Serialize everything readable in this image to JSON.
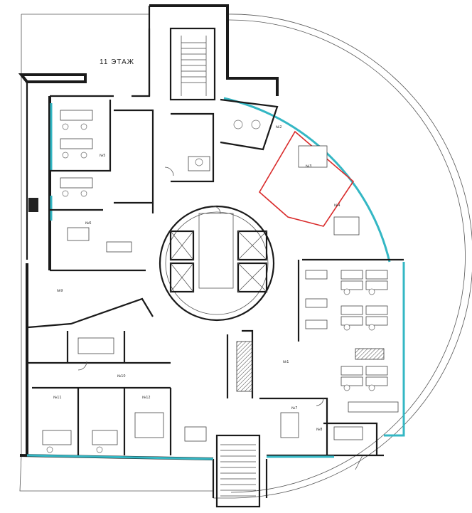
{
  "floor_label": "11 ЭТАЖ",
  "room_labels": [
    "№2",
    "№1",
    "№3",
    "№4",
    "№5",
    "№6",
    "№7",
    "№8",
    "№9",
    "№10",
    "№11",
    "№12"
  ],
  "colors": {
    "wall": "#1a1a1a",
    "glazing": "#34b7c4",
    "highlight": "#d92b2b"
  }
}
